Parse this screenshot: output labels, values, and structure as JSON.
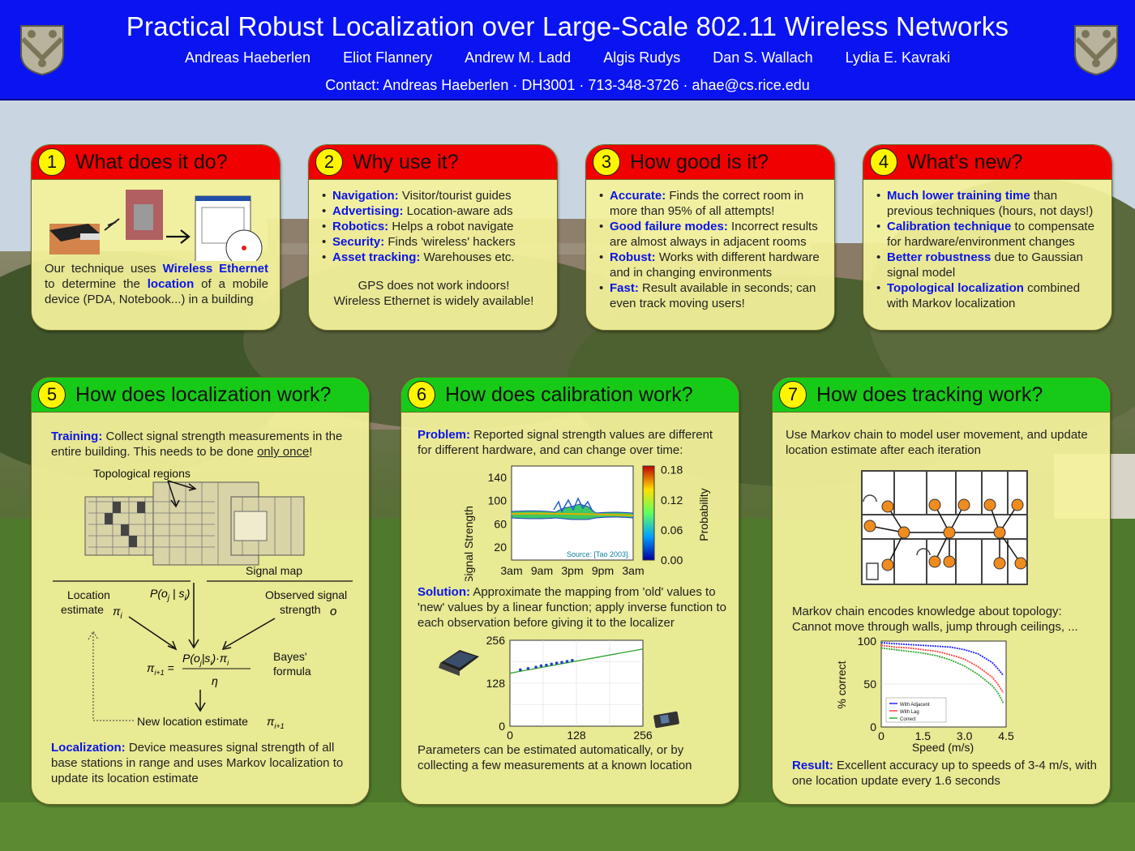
{
  "header": {
    "title": "Practical Robust Localization over Large-Scale 802.11 Wireless Networks",
    "authors": [
      "Andreas Haeberlen",
      "Eliot Flannery",
      "Andrew M. Ladd",
      "Algis Rudys",
      "Dan S. Wallach",
      "Lydia E. Kavraki"
    ],
    "contact": "Contact: Andreas Haeberlen · DH3001 · 713-348-3726 · ahae@cs.rice.edu"
  },
  "p1": {
    "num": "1",
    "title": "What does it do?",
    "t1": "Our technique uses ",
    "k1": "Wireless Ethernet",
    "t2": " to determine the ",
    "k2": "location",
    "t3": " of a mobile device (PDA, Notebook...) in a building"
  },
  "p2": {
    "num": "2",
    "title": "Why use it?",
    "items": [
      {
        "k": "Navigation:",
        "t": " Visitor/tourist guides"
      },
      {
        "k": "Advertising:",
        "t": " Location-aware ads"
      },
      {
        "k": "Robotics:",
        "t": " Helps a robot navigate"
      },
      {
        "k": "Security:",
        "t": " Finds 'wireless' hackers"
      },
      {
        "k": "Asset tracking:",
        "t": " Warehouses etc."
      }
    ],
    "note1": "GPS does not work indoors!",
    "note2": "Wireless Ethernet is widely available!"
  },
  "p3": {
    "num": "3",
    "title": "How good is it?",
    "items": [
      {
        "k": "Accurate:",
        "t": " Finds the correct room in more than 95% of all attempts!"
      },
      {
        "k": "Good failure modes:",
        "t": " Incorrect results are almost always in adjacent rooms"
      },
      {
        "k": "Robust:",
        "t": " Works with different hardware and in changing environments"
      },
      {
        "k": "Fast:",
        "t": " Result available in seconds; can even track moving users!"
      }
    ]
  },
  "p4": {
    "num": "4",
    "title": "What's new?",
    "items": [
      {
        "k": "Much lower training time",
        "t": " than previous techniques (hours, not days!)"
      },
      {
        "k": "Calibration technique",
        "t": " to compensate for hardware/environment changes"
      },
      {
        "k": "Better robustness",
        "t": " due to Gaussian signal model"
      },
      {
        "k": "Topological localization",
        "t": " combined with Markov localization"
      }
    ]
  },
  "p5": {
    "num": "5",
    "title": "How does localization work?",
    "training_k": "Training:",
    "training_t": " Collect signal strength measurements in the entire building. This needs to be done ",
    "training_u": "only once",
    "training_end": "!",
    "lbl_topo": "Topological regions",
    "lbl_sigmap": "Signal map",
    "lbl_loc1": "Location",
    "lbl_loc2": "estimate",
    "lbl_pos": "P(o",
    "lbl_obs1": "Observed signal",
    "lbl_obs2": "strength",
    "lbl_bayes1": "Bayes'",
    "lbl_bayes2": "formula",
    "lbl_new": "New location estimate",
    "loc_k": "Localization:",
    "loc_t": " Device measures signal strength of all base stations in range and uses Markov localization to update its location estimate"
  },
  "p6": {
    "num": "6",
    "title": "How does calibration work?",
    "prob_k": "Problem:",
    "prob_t": " Reported signal strength values are different for different hardware, and can change over time:",
    "sol_k": "Solution:",
    "sol_t": " Approximate the mapping from 'old' values to 'new' values by a linear function; apply inverse function to each observation before giving it to the localizer",
    "foot": "Parameters can be estimated automatically, or by collecting a few measurements at a known location"
  },
  "p7": {
    "num": "7",
    "title": "How does tracking work?",
    "intro": "Use Markov chain to model user movement, and update location estimate after each iteration",
    "markov": "Markov chain encodes knowledge about topology: Cannot move through walls, jump through ceilings, ...",
    "res_k": "Result:",
    "res_t": " Excellent accuracy up to speeds of 3-4 m/s, with one location update every 1.6 seconds"
  },
  "chart_data": [
    {
      "type": "heatmap",
      "title": "",
      "xlabel": "",
      "ylabel": "Signal Strength",
      "x_ticks": [
        "3am",
        "9am",
        "3pm",
        "9pm",
        "3am"
      ],
      "y_ticks": [
        "20",
        "60",
        "100",
        "140"
      ],
      "colorbar_label": "Probability",
      "colorbar_ticks": [
        "0.00",
        "0.06",
        "0.12",
        "0.18"
      ],
      "annotation": "Source: [Tao 2003]"
    },
    {
      "type": "scatter",
      "title": "",
      "xlabel": "",
      "ylabel": "",
      "x_ticks": [
        "0",
        "128",
        "256"
      ],
      "y_ticks": [
        "0",
        "128",
        "256"
      ],
      "xlim": [
        0,
        256
      ],
      "ylim": [
        0,
        256
      ],
      "series": [
        {
          "values": [
            [
              20,
              168
            ],
            [
              35,
              172
            ],
            [
              50,
              176
            ],
            [
              60,
              180
            ],
            [
              70,
              182
            ],
            [
              80,
              185
            ],
            [
              90,
              188
            ],
            [
              100,
              190
            ],
            [
              110,
              193
            ],
            [
              120,
              196
            ]
          ]
        }
      ],
      "fit_line": [
        [
          0,
          158
        ],
        [
          256,
          230
        ]
      ]
    },
    {
      "type": "line",
      "title": "",
      "xlabel": "Speed (m/s)",
      "ylabel": "% correct",
      "x_ticks": [
        "0",
        "1.5",
        "3.0",
        "4.5"
      ],
      "y_ticks": [
        "0",
        "50",
        "100"
      ],
      "xlim": [
        0,
        4.5
      ],
      "ylim": [
        0,
        100
      ],
      "x": [
        0,
        0.5,
        1,
        1.5,
        2,
        2.5,
        3,
        3.5,
        4,
        4.2,
        4.4
      ],
      "series": [
        {
          "name": "With Adjacent",
          "color": "#2222ff",
          "values": [
            98,
            97,
            96,
            95,
            94,
            93,
            90,
            85,
            75,
            68,
            60
          ]
        },
        {
          "name": "With Lag",
          "color": "#ff4444",
          "values": [
            95,
            93,
            92,
            90,
            88,
            84,
            79,
            70,
            58,
            50,
            40
          ]
        },
        {
          "name": "Correct",
          "color": "#33aa33",
          "values": [
            92,
            90,
            88,
            86,
            83,
            78,
            71,
            61,
            48,
            40,
            28
          ]
        }
      ]
    }
  ],
  "colors": {
    "header": "#0a14f0",
    "red_header": "#f00000",
    "green_header": "#17ca17",
    "panel": "#f4f29c",
    "keyword": "#0a14e8",
    "number_badge": "#fff500"
  }
}
